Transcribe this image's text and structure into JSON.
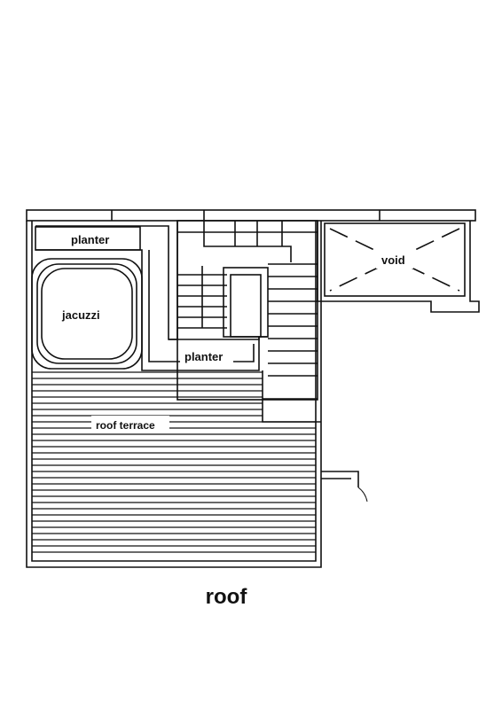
{
  "labels": {
    "planter_top": "planter",
    "jacuzzi": "jacuzzi",
    "planter_mid": "planter",
    "void": "void",
    "roof_terrace": "roof terrace"
  },
  "caption": "roof",
  "colors": {
    "line": "#111111",
    "paper": "#ffffff"
  }
}
